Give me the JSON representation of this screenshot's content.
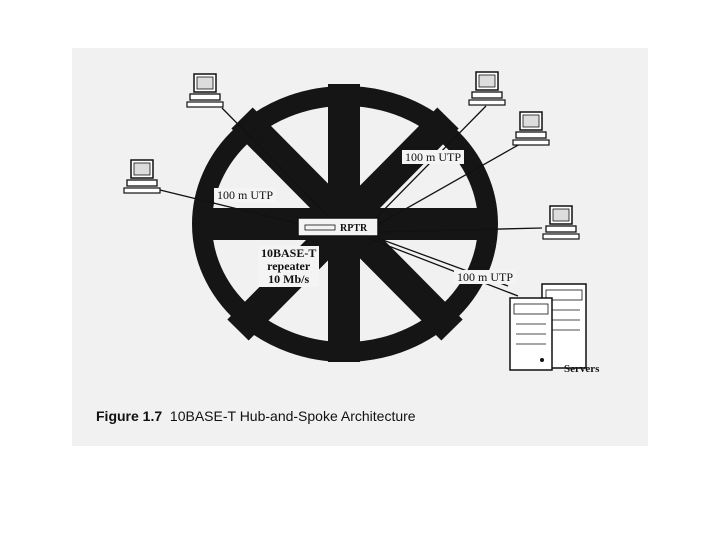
{
  "labels": {
    "utp_top": "100 m  UTP",
    "utp_left": "100 m  UTP",
    "utp_right": "100 m  UTP",
    "rptr": "RPTR",
    "repeater_line1": "10BASE-T",
    "repeater_line2": "repeater",
    "repeater_line3": "10 Mb/s",
    "servers": "Servers"
  },
  "caption": {
    "number": "Figure 1.7",
    "title": "10BASE-T Hub-and-Spoke Architecture"
  },
  "colors": {
    "wheel": "#151515",
    "background": "#f1f1f1",
    "page": "#ffffff"
  }
}
